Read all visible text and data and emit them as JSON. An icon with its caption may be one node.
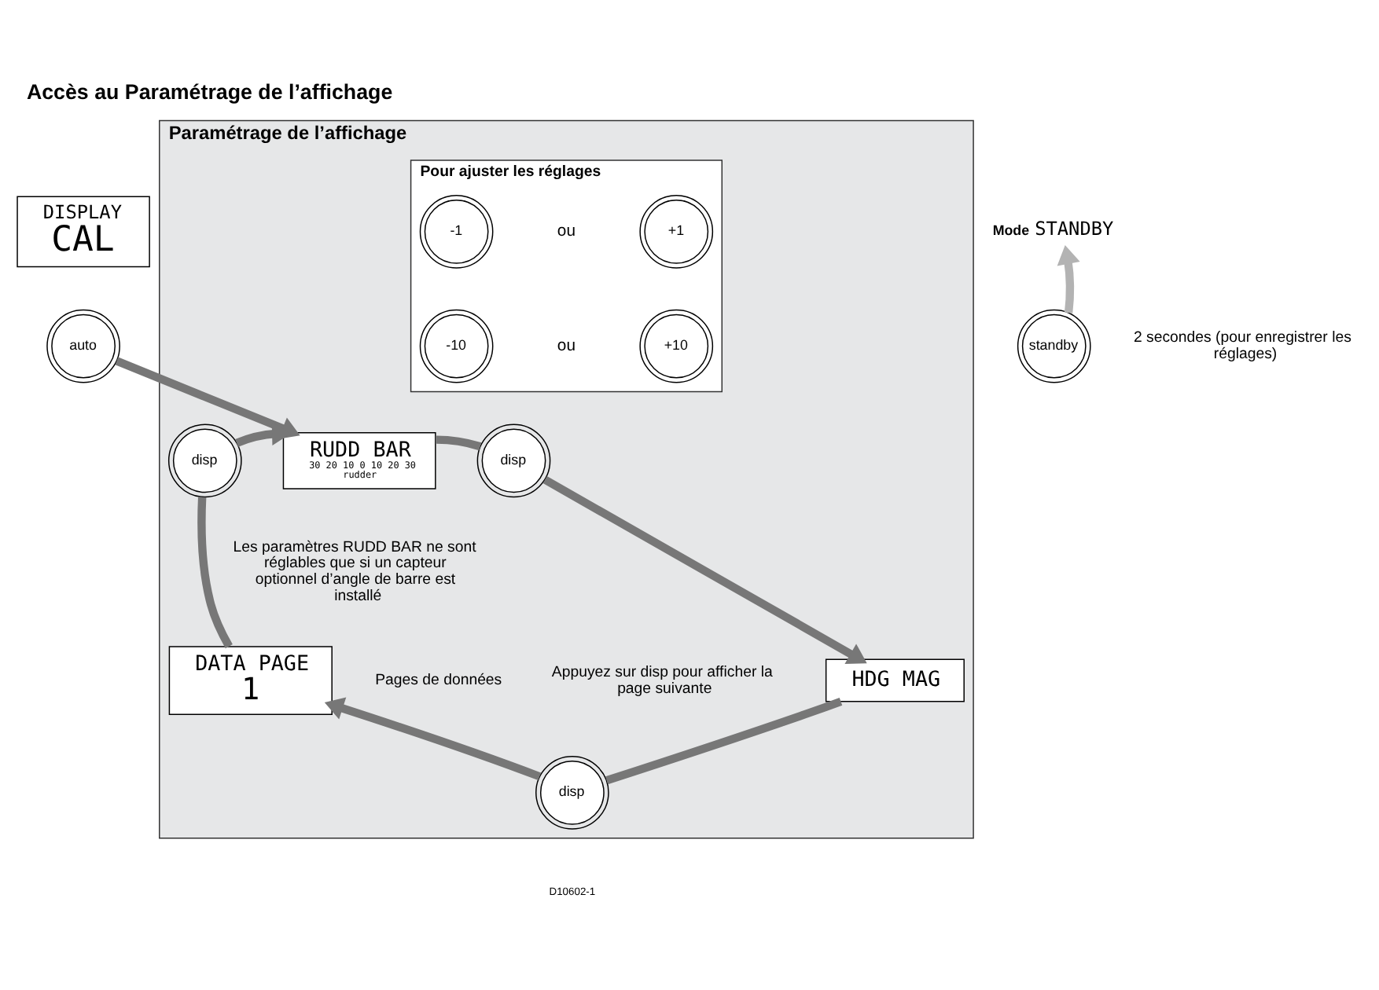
{
  "diagram": {
    "title": "Accès au Paramétrage de l’affichage",
    "nodes": [
      {
        "text": [
          "DISPLAY",
          "CAL"
        ]
      },
      {
        "text": [
          "auto"
        ]
      },
      {
        "text": [
          "Paramétrage de l’affichage"
        ]
      },
      {
        "text": [
          "RUDD BAR",
          "30 20 10 0 10 20 30",
          "rudder"
        ],
        "in": 2,
        "beside": [
          "Les paramètres RUDD BAR ne sont réglables que si un capteur optionnel d’angle de barre est installé"
        ]
      },
      {
        "text": [
          "disp"
        ],
        "in": 2
      },
      {
        "text": [
          "HDG MAG"
        ],
        "in": 2
      },
      {
        "text": [
          "disp"
        ],
        "in": 2
      },
      {
        "text": [
          "DATA PAGE",
          "1"
        ],
        "in": 2,
        "beside": [
          "Pages de données",
          "Appuyez sur disp pour afficher la page suivante"
        ]
      },
      {
        "text": [
          "disp"
        ],
        "in": 2
      },
      {
        "text": [
          "Pour ajuster les réglages"
        ],
        "in": 2
      },
      {
        "text": [
          "-1"
        ],
        "in": 9
      },
      {
        "text": [
          "+1"
        ],
        "in": 9
      },
      {
        "text": [
          "-10"
        ],
        "in": 9
      },
      {
        "text": [
          "+10"
        ],
        "in": 9
      },
      {
        "text": [
          "standby"
        ],
        "beside": [
          "2 secondes (pour enregistrer les réglages)"
        ]
      },
      {
        "text": [
          "Mode",
          "STANDBY"
        ]
      }
    ],
    "edges": [
      {
        "from": 1,
        "to": 3,
        "arrow": "to"
      },
      {
        "from": 3,
        "to": 4,
        "arrow": "none"
      },
      {
        "from": 4,
        "to": 5,
        "arrow": "to"
      },
      {
        "from": 5,
        "to": 6,
        "arrow": "none"
      },
      {
        "from": 6,
        "to": 7,
        "arrow": "to"
      },
      {
        "from": 7,
        "to": 8,
        "arrow": "none"
      },
      {
        "from": 8,
        "to": 3,
        "arrow": "to"
      },
      {
        "from": 14,
        "to": 15,
        "arrow": "to",
        "color": "#b3b3b3"
      }
    ],
    "labels": [
      "ou",
      "ou",
      "D10602-1"
    ]
  }
}
